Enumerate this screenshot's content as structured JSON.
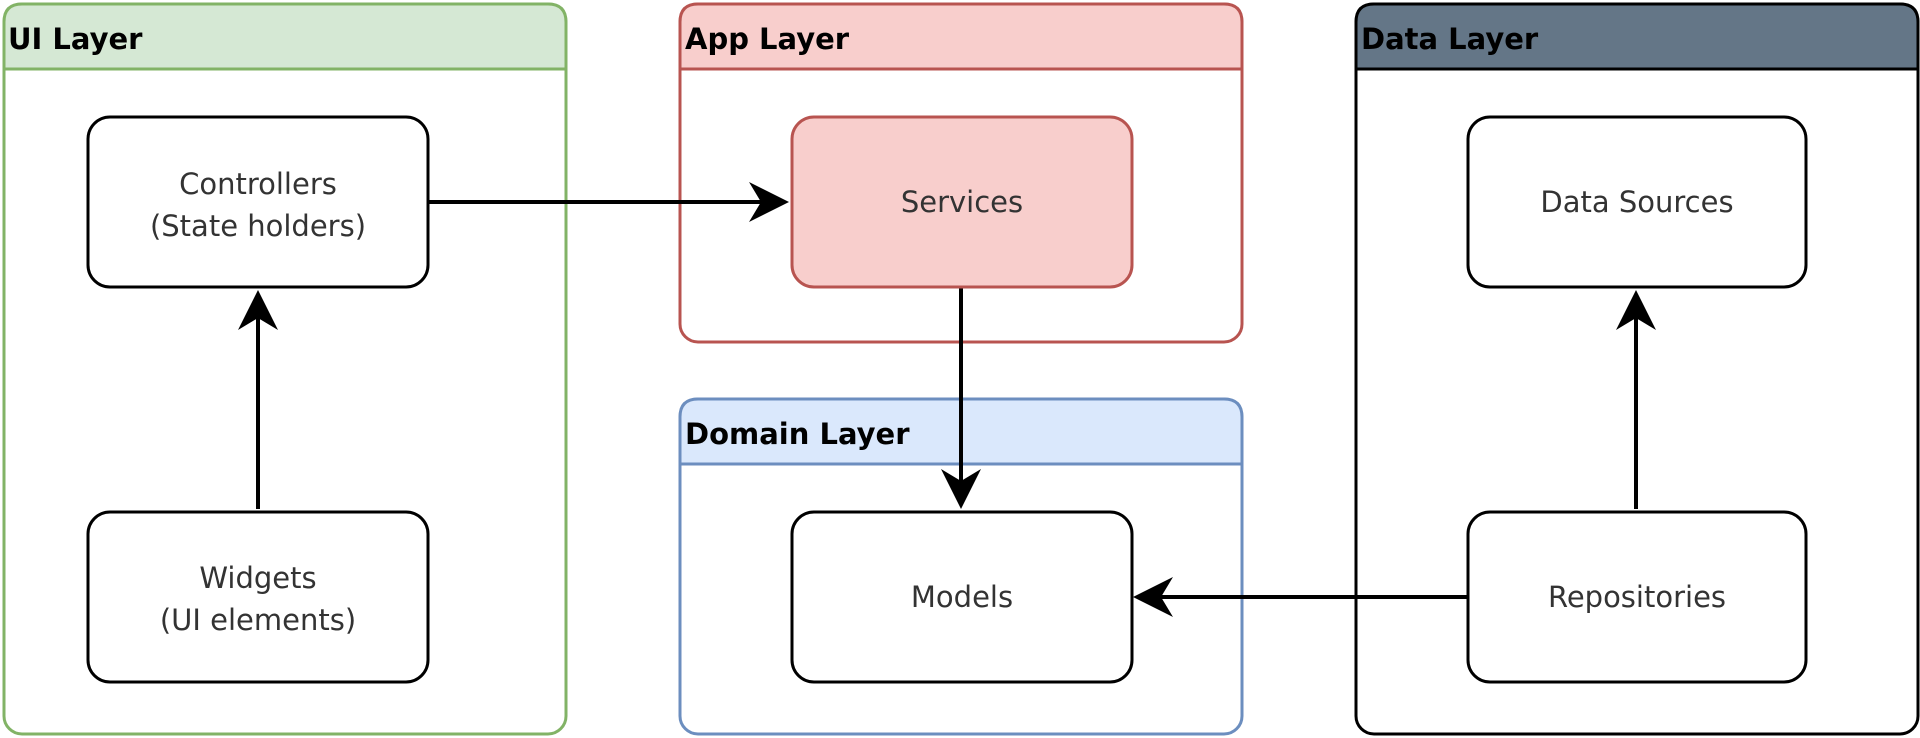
{
  "layers": {
    "ui": {
      "title": "UI Layer",
      "stroke": "#82b366",
      "fill": "#d5e8d4",
      "title_color": "#000000"
    },
    "app": {
      "title": "App Layer",
      "stroke": "#b85450",
      "fill": "#f8cecc",
      "title_color": "#000000"
    },
    "domain": {
      "title": "Domain Layer",
      "stroke": "#6c8ebf",
      "fill": "#dae8fc",
      "title_color": "#000000"
    },
    "data": {
      "title": "Data Layer",
      "stroke": "#000000",
      "fill": "#647687",
      "title_color": "#000000"
    }
  },
  "nodes": {
    "controllers": {
      "line1": "Controllers",
      "line2": "(State holders)"
    },
    "widgets": {
      "line1": "Widgets",
      "line2": "(UI elements)"
    },
    "services": {
      "label": "Services",
      "fill": "#f8cecc",
      "stroke": "#b85450"
    },
    "models": {
      "label": "Models"
    },
    "data_sources": {
      "label": "Data Sources"
    },
    "repositories": {
      "label": "Repositories"
    }
  },
  "colors": {
    "text": "#333333",
    "edge": "#000000",
    "node_stroke": "#000000",
    "node_fill": "#ffffff"
  }
}
